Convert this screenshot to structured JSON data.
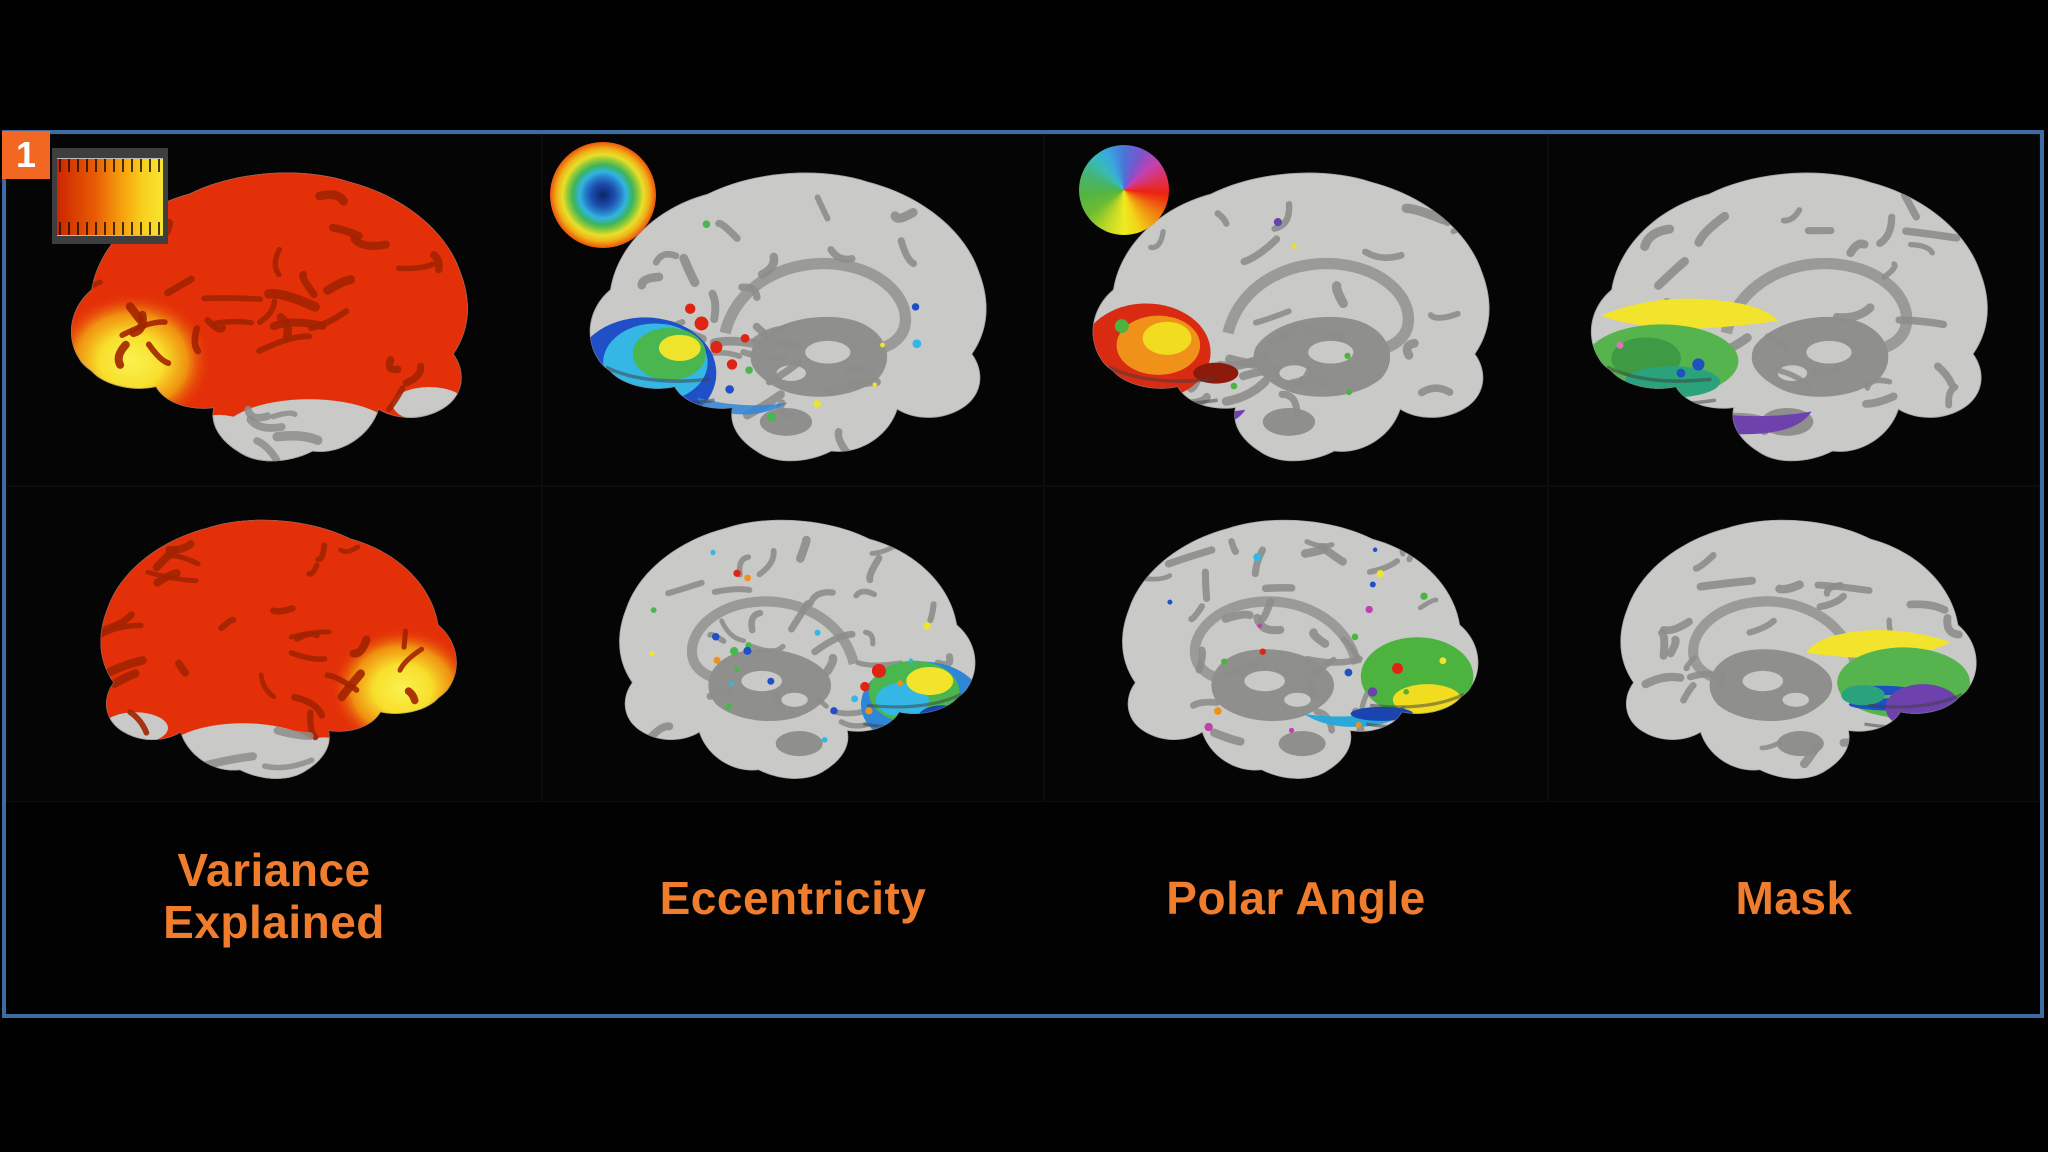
{
  "figure": {
    "badge_label": "1",
    "accent_color": "#ef7d2d",
    "badge_color": "#f26822",
    "panel_border_color": "#3d6ca3",
    "columns": [
      {
        "id": "variance-explained",
        "label": "Variance Explained",
        "legend": "red-yellow-colorbar"
      },
      {
        "id": "eccentricity",
        "label": "Eccentricity",
        "legend": "eccentricity-ring-colormap"
      },
      {
        "id": "polar-angle",
        "label": "Polar Angle",
        "legend": "polar-angle-color-wheel"
      },
      {
        "id": "mask",
        "label": "Mask",
        "legend": "none"
      }
    ],
    "rows": [
      {
        "id": "top-row"
      },
      {
        "id": "bottom-row"
      }
    ],
    "legends": {
      "colorbar_colors": [
        "#cc2600",
        "#e85a04",
        "#f59e0c",
        "#f8e430"
      ],
      "eccentricity_colors": [
        "#0c2660",
        "#1c50b0",
        "#30b4e4",
        "#3cb45c",
        "#e8e028",
        "#f0b018",
        "#e42808"
      ],
      "polar_angle_colors": [
        "#4a74d8",
        "#c83fae",
        "#ee2212",
        "#f07c10",
        "#ecec20",
        "#52b444",
        "#38aade"
      ]
    },
    "brain_base_color": "#c9c9c7",
    "mask_region_colors": [
      "#f2e42c",
      "#55b44e",
      "#2aa37c",
      "#6d42ad",
      "#1d50c0"
    ]
  }
}
